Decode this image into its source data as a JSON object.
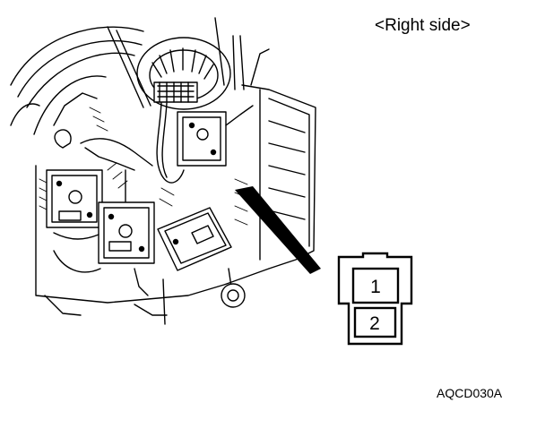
{
  "labels": {
    "side": "<Right side>",
    "figure_code": "AQCD030A"
  },
  "connector": {
    "pins": [
      "1",
      "2"
    ]
  },
  "colors": {
    "ink": "#000000",
    "background": "#ffffff"
  }
}
